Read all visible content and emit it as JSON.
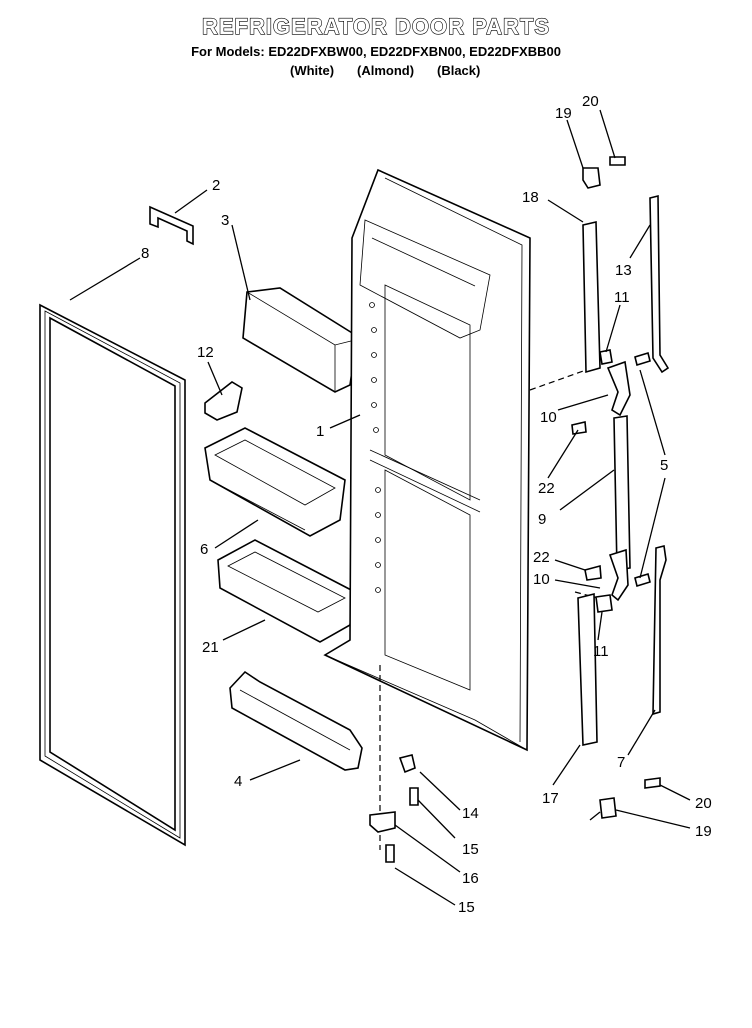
{
  "header": {
    "title": "REFRIGERATOR DOOR PARTS",
    "models_line": "For Models: ED22DFXBW00, ED22DFXBN00, ED22DFXBB00",
    "colors": [
      "(White)",
      "(Almond)",
      "(Black)"
    ]
  },
  "callouts": [
    "2",
    "3",
    "8",
    "12",
    "1",
    "6",
    "21",
    "4",
    "19",
    "20",
    "18",
    "13",
    "11",
    "10",
    "22",
    "5",
    "9",
    "22",
    "10",
    "11",
    "7",
    "17",
    "14",
    "15",
    "16",
    "15",
    "20",
    "19"
  ]
}
